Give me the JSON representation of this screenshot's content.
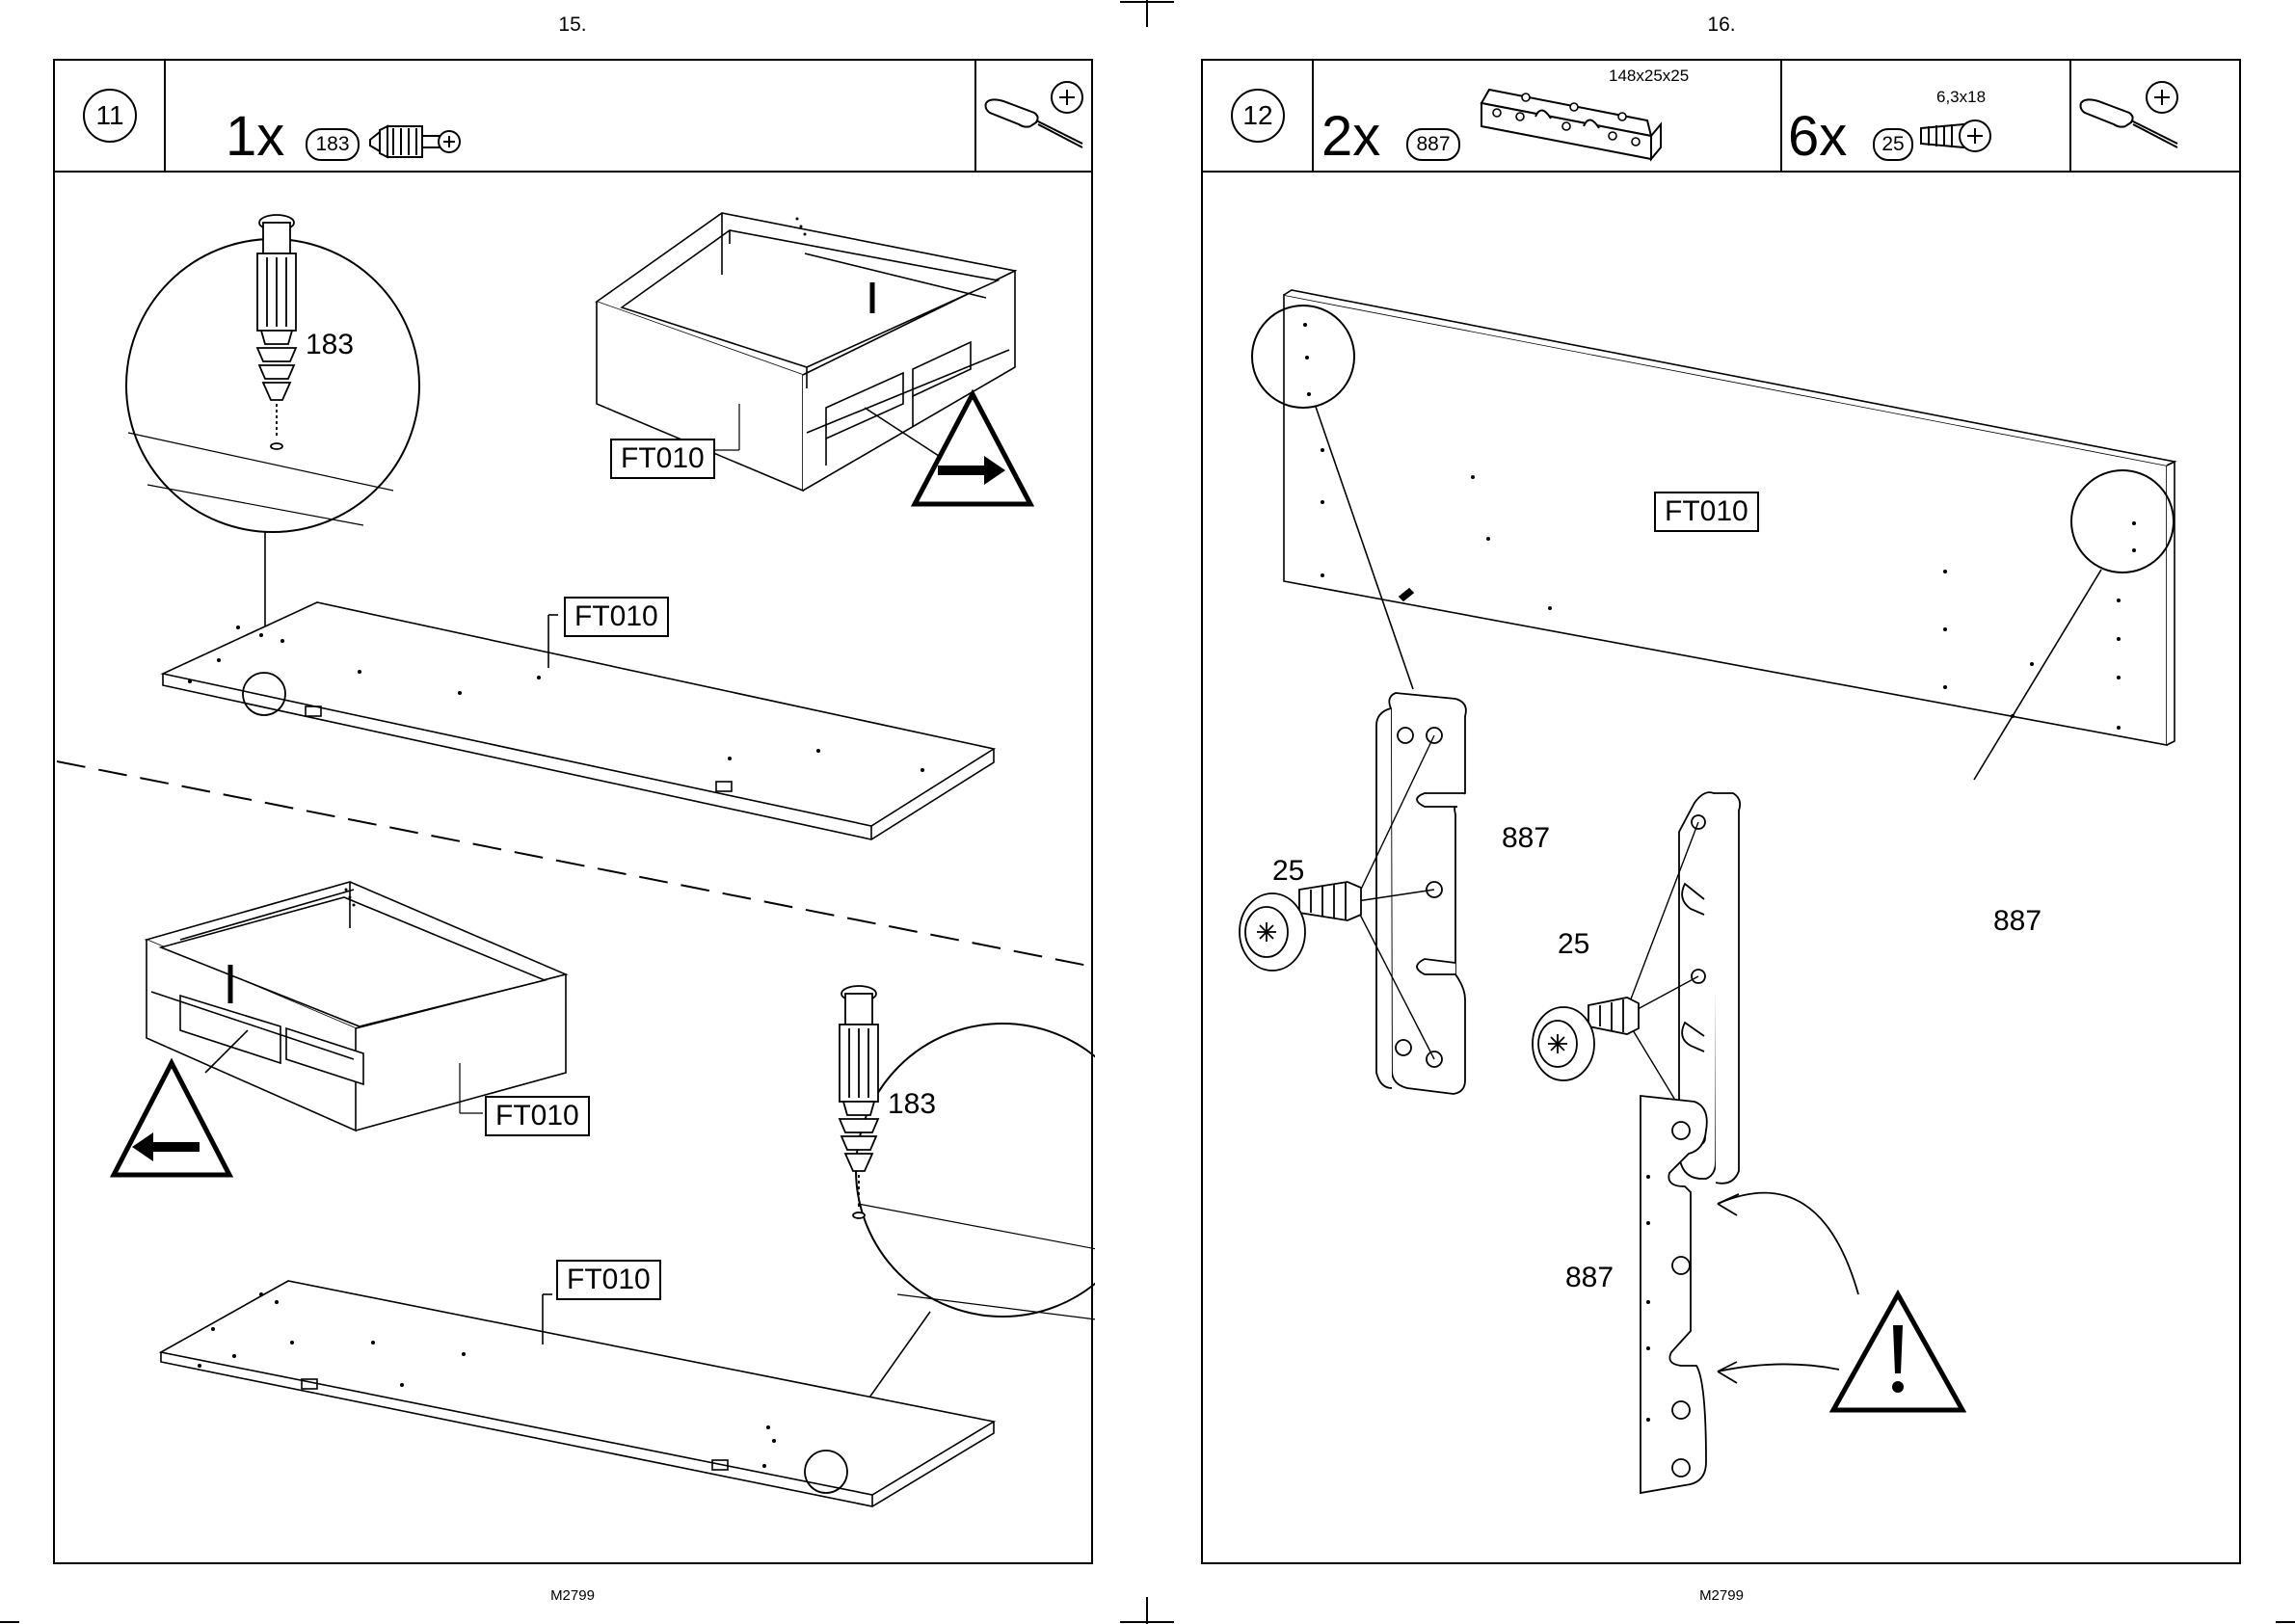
{
  "pages": [
    {
      "number": "15.",
      "footer": "M2799",
      "step": {
        "number": "11",
        "hardware": [
          {
            "quantity": "1x",
            "part": "183",
            "icon": "cam-dowel-icon"
          }
        ],
        "tool": "phillips-screwdriver-icon"
      },
      "labels": {
        "drawer_top": "FT010",
        "panel_top": "FT010",
        "drawer_bottom": "FT010",
        "panel_bottom": "FT010"
      },
      "callouts": {
        "dowel_top": "183",
        "dowel_bottom": "183"
      },
      "icons": [
        "direction-right-icon",
        "direction-left-icon"
      ]
    },
    {
      "number": "16.",
      "footer": "M2799",
      "step": {
        "number": "12",
        "hardware": [
          {
            "quantity": "2x",
            "part": "887",
            "dimension": "148x25x25",
            "icon": "bracket-icon"
          },
          {
            "quantity": "6x",
            "part": "25",
            "dimension": "6,3x18",
            "icon": "screw-icon"
          }
        ],
        "tool": "phillips-screwdriver-icon"
      },
      "labels": {
        "headboard": "FT010"
      },
      "callouts": {
        "screw_left": "25",
        "bracket_left": "887",
        "screw_right": "25",
        "bracket_right": "887",
        "bracket_detail": "887"
      },
      "icons": [
        "warning-icon"
      ]
    }
  ]
}
